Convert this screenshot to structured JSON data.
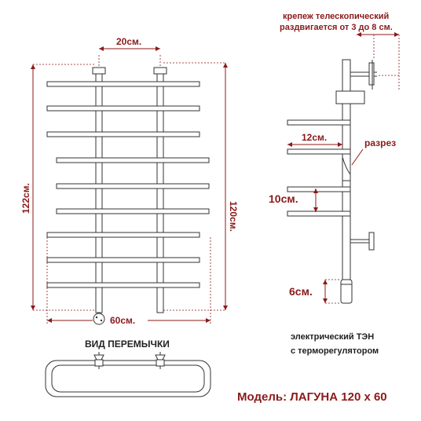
{
  "labels": {
    "top_spacing": "20см.",
    "total_height": "122см.",
    "bar_height": "120см.",
    "width": "60см.",
    "section_title": "ВИД ПЕРЕМЫЧКИ",
    "telescopic_line1": "крепеж телескопический",
    "telescopic_line2": "раздвигается от 3 до 8 см.",
    "side_depth": "12см.",
    "cut": "разрез",
    "bar_spacing": "10см.",
    "heater_len": "6см.",
    "heater_line1": "электрический  ТЭН",
    "heater_line2": "с терморегулятором",
    "model": "Модель: ЛАГУНА 120 х 60"
  },
  "colors": {
    "annotation": "#8b1a1a",
    "pipe_stroke": "#333333"
  }
}
